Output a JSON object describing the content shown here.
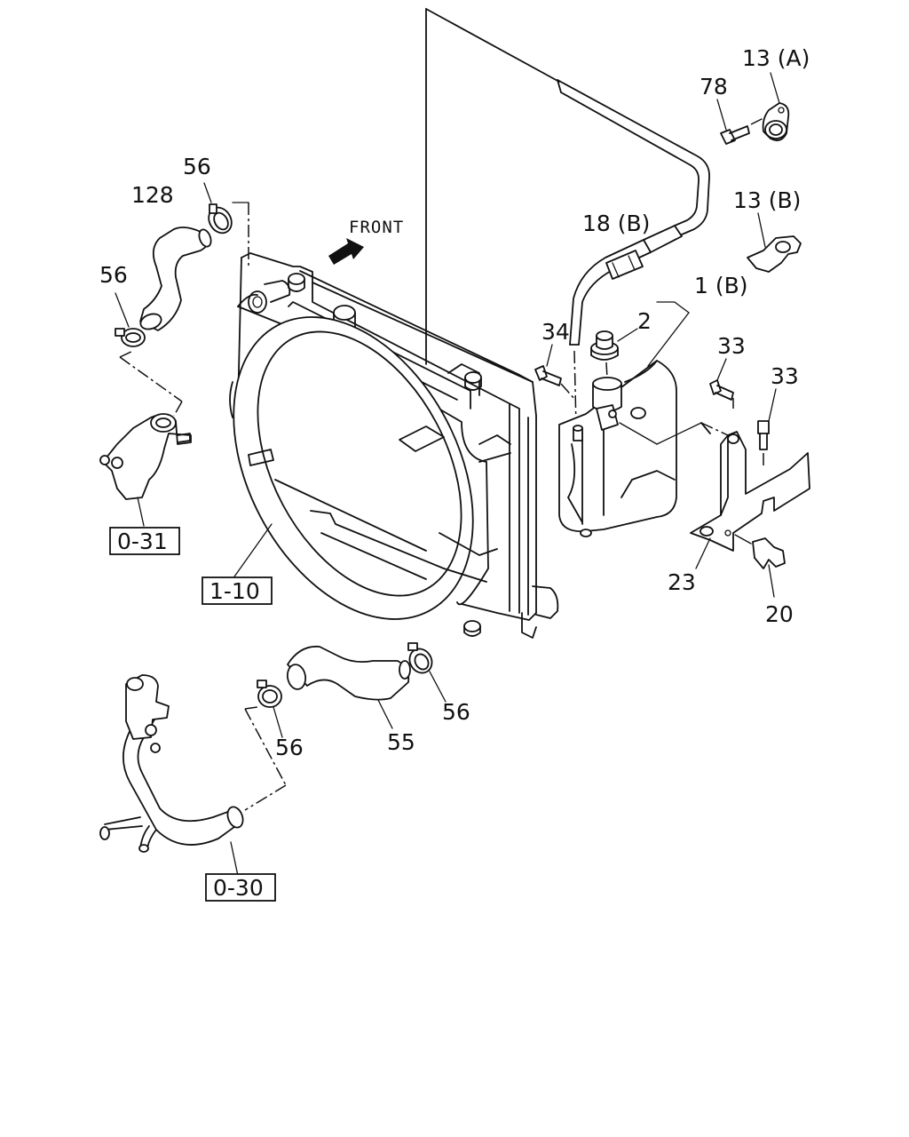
{
  "front_label": "FRONT",
  "callouts": {
    "c_13a": "13 (A)",
    "c_78": "78",
    "c_13b": "13 (B)",
    "c_18b": "18 (B)",
    "c_1b": "1 (B)",
    "c_2": "2",
    "c_34": "34",
    "c_33a": "33",
    "c_33b": "33",
    "c_23": "23",
    "c_20": "20",
    "c_56a": "56",
    "c_56b": "56",
    "c_56c": "56",
    "c_56d": "56",
    "c_128": "128",
    "c_55": "55"
  },
  "references": {
    "r_031": "0-31",
    "r_110": "1-10",
    "r_030": "0-30"
  }
}
